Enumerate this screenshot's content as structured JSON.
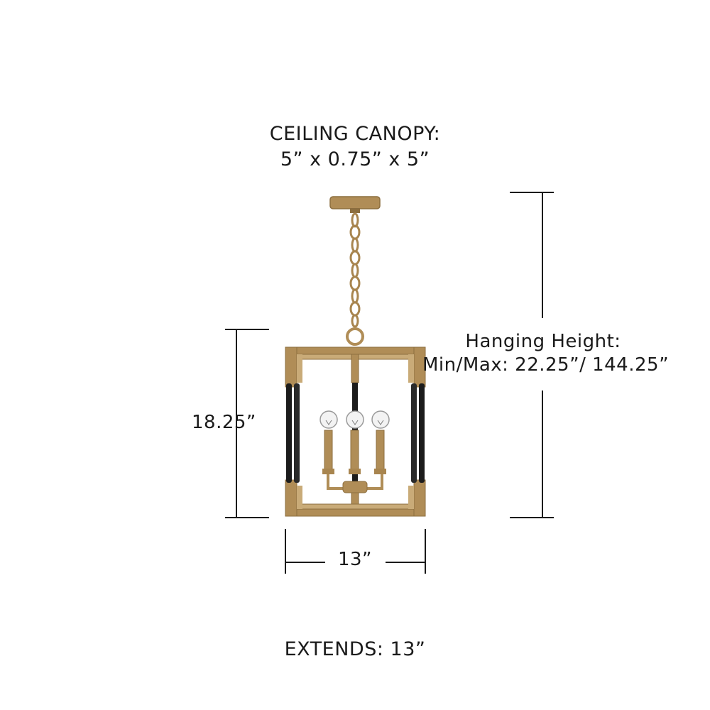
{
  "canopy": {
    "title": "CEILING CANOPY:",
    "dimensions": "5” x 0.75” x 5”"
  },
  "hanging": {
    "title": "Hanging Height:",
    "range": "Min/Max: 22.25”/ 144.25”"
  },
  "fixture_height": "18.25”",
  "fixture_width": "13”",
  "extends": "EXTENDS: 13”",
  "colors": {
    "brass": "#b08d57",
    "brass_dark": "#8c6e3f",
    "black": "#1c1c1c",
    "line": "#1a1a1a"
  }
}
